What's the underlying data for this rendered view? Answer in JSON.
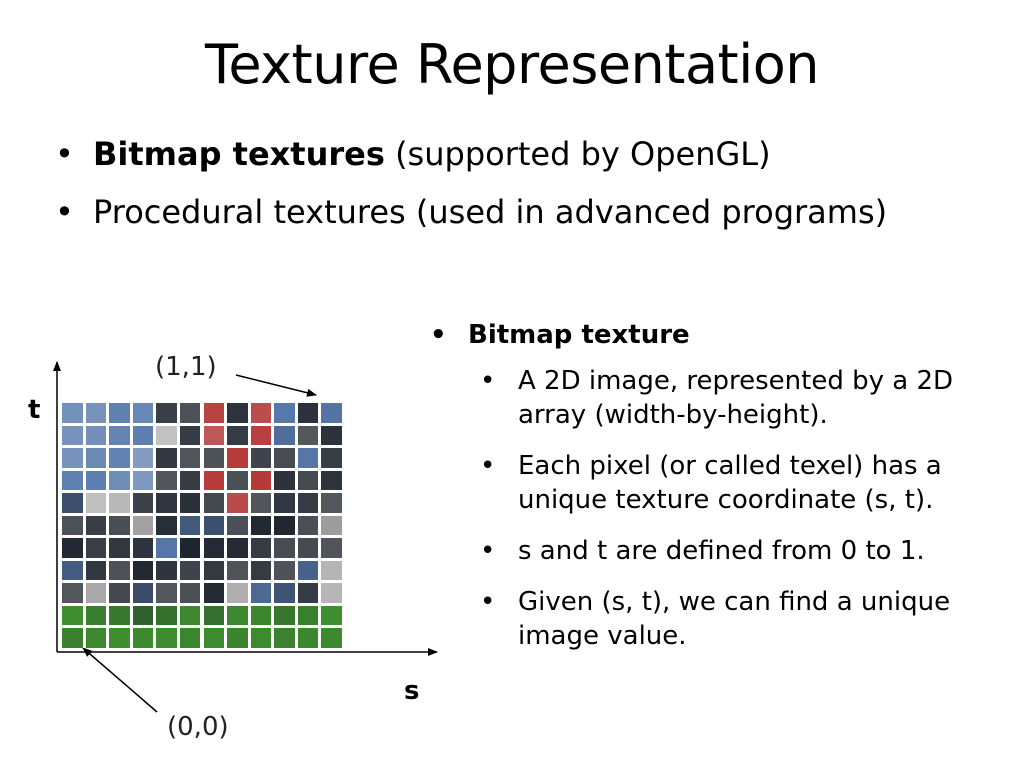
{
  "slide": {
    "title": "Texture Representation",
    "bullets": [
      {
        "bold": "Bitmap textures",
        "rest": " (supported by OpenGL)"
      },
      {
        "bold": "",
        "rest": "Procedural textures (used in advanced programs)"
      }
    ],
    "bullet_glyph": "•",
    "detail": {
      "heading": "Bitmap texture",
      "items": [
        "A 2D image, represented by a 2D array (width-by-height).",
        "Each pixel (or called texel) has a unique texture coordinate (s, t).",
        "s and t are defined from 0 to 1.",
        "Given (s, t), we can find a unique image value."
      ]
    }
  },
  "diagram": {
    "axis_t_label": "t",
    "axis_s_label": "s",
    "top_right_label": "(1,1)",
    "origin_label": "(0,0)",
    "grid_columns": 12,
    "grid_rows": 11
  },
  "colors": {
    "text": "#000000",
    "background": "#ffffff",
    "texture_dark": "#1e2630",
    "texture_blue": "#5a7db0",
    "texture_red": "#b02020",
    "texture_grass": "#3f8f2f"
  }
}
